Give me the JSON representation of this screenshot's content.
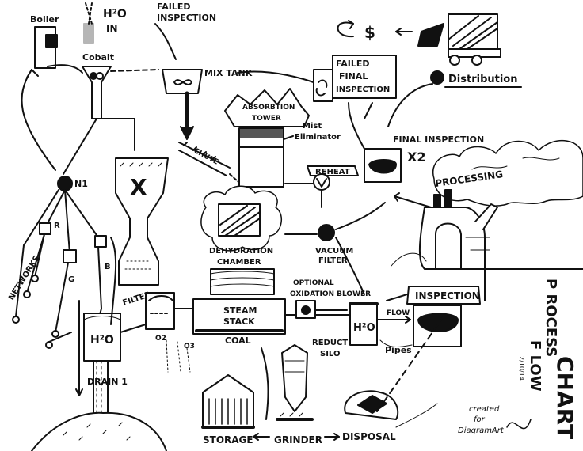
{
  "labels": {
    "boiler": "Boiler",
    "h2o_in_1": "H²O",
    "h2o_in_2": "IN",
    "cobalt": "Cobalt",
    "failed_insp_top_1": "FAILED",
    "failed_insp_top_2": "INSPECTION",
    "mix_tank": "MIX TANK",
    "failed_final_1": "FAILED",
    "failed_final_2": "FINAL",
    "failed_final_3": "INSPECTION",
    "distribution": "Distribution",
    "dollar": "$",
    "absorption_1": "ABSORBTION",
    "absorption_2": "TOWER",
    "mist_1": "Mist",
    "mist_2": "Eliminator",
    "final_inspection": "FINAL INSPECTION",
    "x2": "X2",
    "chute": "CHUTE",
    "reheat": "REHEAT",
    "processing": "PROCESSING",
    "n1": "N1",
    "networks": "NETWORKS",
    "r": "R",
    "g": "G",
    "b": "B",
    "x_mark": "X",
    "dehydration_1": "DEHYDRATION",
    "dehydration_2": "CHAMBER",
    "vacuum_1": "VACUUM",
    "vacuum_2": "FILTER",
    "filter": "FILTER",
    "optional_1": "OPTIONAL",
    "optional_2": "OXIDATION BLOWER",
    "inspection": "INSPECTION",
    "flow": "FLOW",
    "h2o_tank": "H²O",
    "h2o_box": "H²O",
    "steam_1": "STEAM",
    "steam_2": "STACK",
    "coal": "COAL",
    "o2": "O2",
    "o3": "O3",
    "reduction_1": "REDUCTION",
    "reduction_2": "SILO",
    "pipes": "Pipes",
    "drain": "DRAIN 1",
    "storage": "STORAGE",
    "grinder": "GRINDER",
    "disposal": "DISPOSAL",
    "created_1": "created",
    "created_2": "for",
    "created_3": "DiagramArt",
    "title_1": "P ROCESS",
    "title_2": "F LOW",
    "title_3": "CHART",
    "date": "2/10/14"
  }
}
